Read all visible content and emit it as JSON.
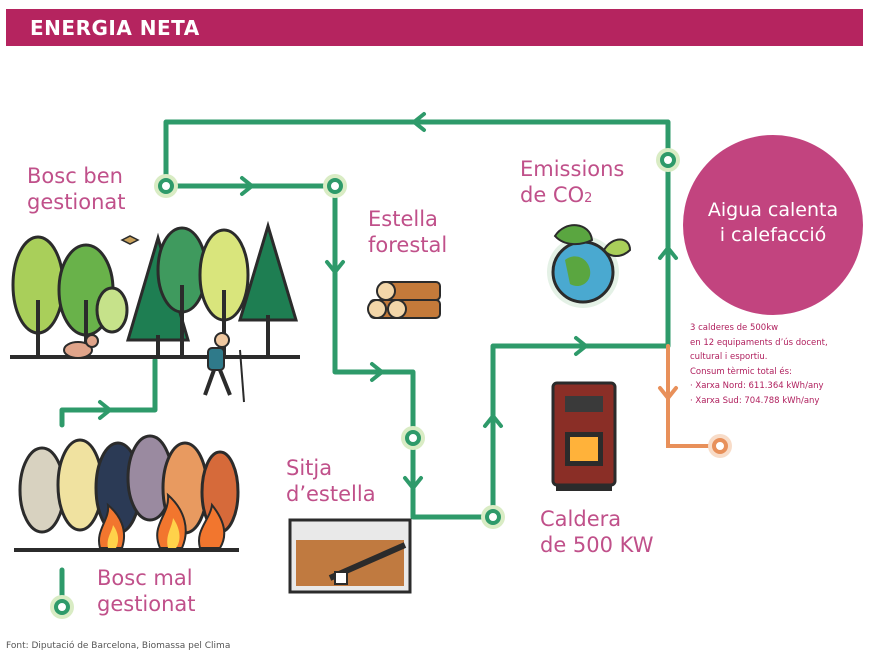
{
  "header": {
    "title": "ENERGIA NETA"
  },
  "nodes": {
    "bosc_ben": {
      "line1": "Bosc ben",
      "line2": "gestionat"
    },
    "bosc_mal": {
      "line1": "Bosc mal",
      "line2": "gestionat"
    },
    "estella": {
      "line1": "Estella",
      "line2": "forestal"
    },
    "sitja": {
      "line1": "Sitja",
      "line2": "d’estella"
    },
    "emissions": {
      "line1": "Emissions",
      "line2": "de CO",
      "sub": "2"
    },
    "caldera": {
      "line1": "Caldera",
      "line2": "de 500 KW"
    },
    "aigua": {
      "line1": "Aigua calenta",
      "line2": "i calefacció"
    }
  },
  "info": {
    "lines": [
      "3 calderes de 500kw",
      "en 12 equipaments d’ús docent,",
      "cultural i esportiu.",
      "Consum tèrmic total és:",
      "· Xarxa Nord: 611.364 kWh/any",
      "· Xarxa Sud: 704.788 kWh/any"
    ]
  },
  "source": "Font: Diputació de Barcelona, Biomassa pel Clima",
  "colors": {
    "header": "#b5245f",
    "label": "#c0508a",
    "flow_green": "#2e9a6a",
    "flow_orange": "#e8905a",
    "circle": "#c2447f"
  },
  "icons": [
    "trees-icon",
    "hiker-icon",
    "dog-icon",
    "bird-icon",
    "fire-icon",
    "logs-icon",
    "silo-icon",
    "globe-leaves-icon",
    "stove-icon"
  ]
}
